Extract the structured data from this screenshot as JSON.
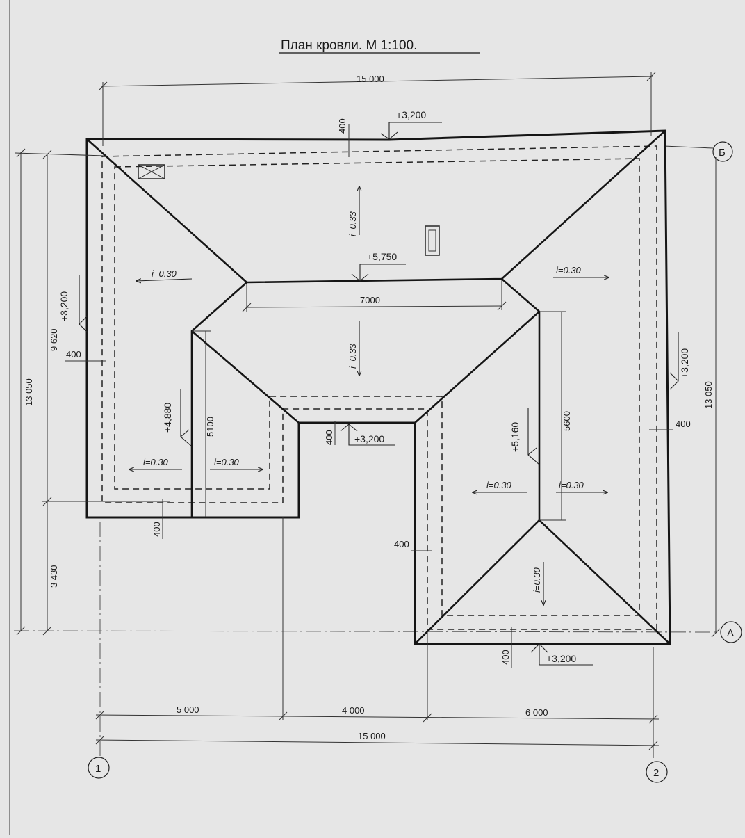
{
  "title": "План кровли.   М 1:100.",
  "dimensions": {
    "top_total": "15 000",
    "bottom_total": "15 000",
    "bottom_seg1": "5 000",
    "bottom_seg2": "4 000",
    "bottom_seg3": "6 000",
    "left_total": "13 050",
    "right_total": "13 050",
    "left_upper": "9 620",
    "left_lower": "3 430",
    "ridge_length": "7000",
    "left_wing_ridge": "5100",
    "right_wing_ridge": "5600",
    "overhang_top": "400",
    "overhang_left": "400",
    "overhang_bottom_left": "400",
    "overhang_inner": "400",
    "overhang_right": "400",
    "overhang_bottom_right": "400",
    "overhang_center_left": "400"
  },
  "levels": {
    "top": "+3,200",
    "left": "+3,200",
    "right": "+3,200",
    "inner": "+3,200",
    "bottom": "+3,200",
    "ridge": "+5,750",
    "left_wing": "+4,880",
    "right_wing": "+5,160"
  },
  "slopes": {
    "top": "i=0.33",
    "center": "i=0.33",
    "left_upper": "i=0.30",
    "right_upper": "i=0.30",
    "left_wing_outer": "i=0.30",
    "left_wing_inner": "i=0.30",
    "right_wing_inner": "i=0.30",
    "right_wing_outer": "i=0.30",
    "bottom_hip": "i=0.30"
  },
  "axes": {
    "b": "Б",
    "a": "А",
    "one": "1",
    "two": "2"
  }
}
